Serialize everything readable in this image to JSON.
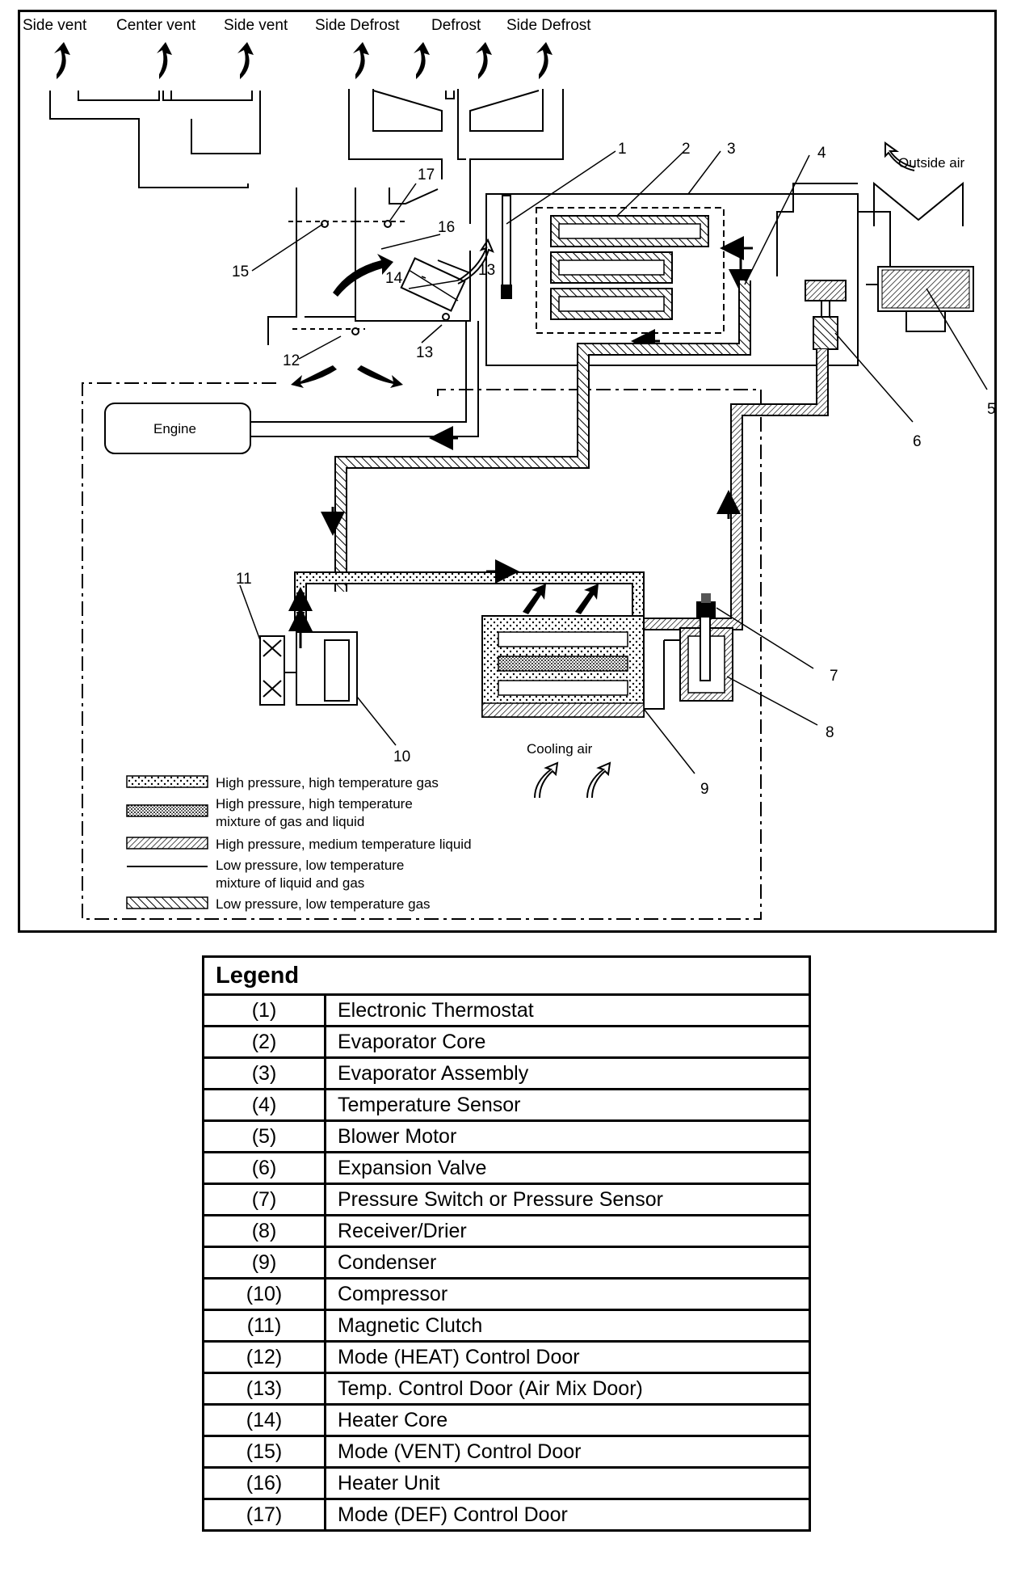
{
  "outlets": {
    "side_vent_left": "Side vent",
    "center_vent": "Center vent",
    "side_vent_right": "Side vent",
    "side_defrost_left": "Side Defrost",
    "defrost": "Defrost",
    "side_defrost_right": "Side Defrost"
  },
  "labels": {
    "outside_air": "Outside air",
    "engine": "Engine",
    "cooling_air": "Cooling air"
  },
  "callouts": [
    "1",
    "2",
    "3",
    "4",
    "5",
    "6",
    "7",
    "8",
    "9",
    "10",
    "11",
    "12",
    "13",
    "13",
    "14",
    "15",
    "16",
    "17"
  ],
  "pressure_key": [
    {
      "pattern": "dots-sparse",
      "text": "High pressure, high temperature gas"
    },
    {
      "pattern": "dots-dense",
      "text": "High pressure, high temperature",
      "text2": "mixture of gas and liquid"
    },
    {
      "pattern": "hatch-fine",
      "text": "High pressure, medium temperature liquid"
    },
    {
      "pattern": "line",
      "text": "Low pressure, low temperature",
      "text2": "mixture of liquid and gas"
    },
    {
      "pattern": "hatch-coarse",
      "text": "Low pressure, low temperature gas"
    }
  ],
  "legend": {
    "title": "Legend",
    "rows": [
      {
        "code": "(1)",
        "name": "Electronic Thermostat"
      },
      {
        "code": "(2)",
        "name": "Evaporator Core"
      },
      {
        "code": "(3)",
        "name": "Evaporator Assembly"
      },
      {
        "code": "(4)",
        "name": "Temperature Sensor"
      },
      {
        "code": "(5)",
        "name": "Blower Motor"
      },
      {
        "code": "(6)",
        "name": "Expansion Valve"
      },
      {
        "code": "(7)",
        "name": "Pressure Switch or Pressure Sensor"
      },
      {
        "code": "(8)",
        "name": "Receiver/Drier"
      },
      {
        "code": "(9)",
        "name": "Condenser"
      },
      {
        "code": "(10)",
        "name": "Compressor"
      },
      {
        "code": "(11)",
        "name": "Magnetic Clutch"
      },
      {
        "code": "(12)",
        "name": "Mode (HEAT) Control Door"
      },
      {
        "code": "(13)",
        "name": "Temp. Control Door (Air Mix Door)"
      },
      {
        "code": "(14)",
        "name": "Heater Core"
      },
      {
        "code": "(15)",
        "name": "Mode (VENT) Control Door"
      },
      {
        "code": "(16)",
        "name": "Heater Unit"
      },
      {
        "code": "(17)",
        "name": "Mode (DEF) Control Door"
      }
    ]
  }
}
